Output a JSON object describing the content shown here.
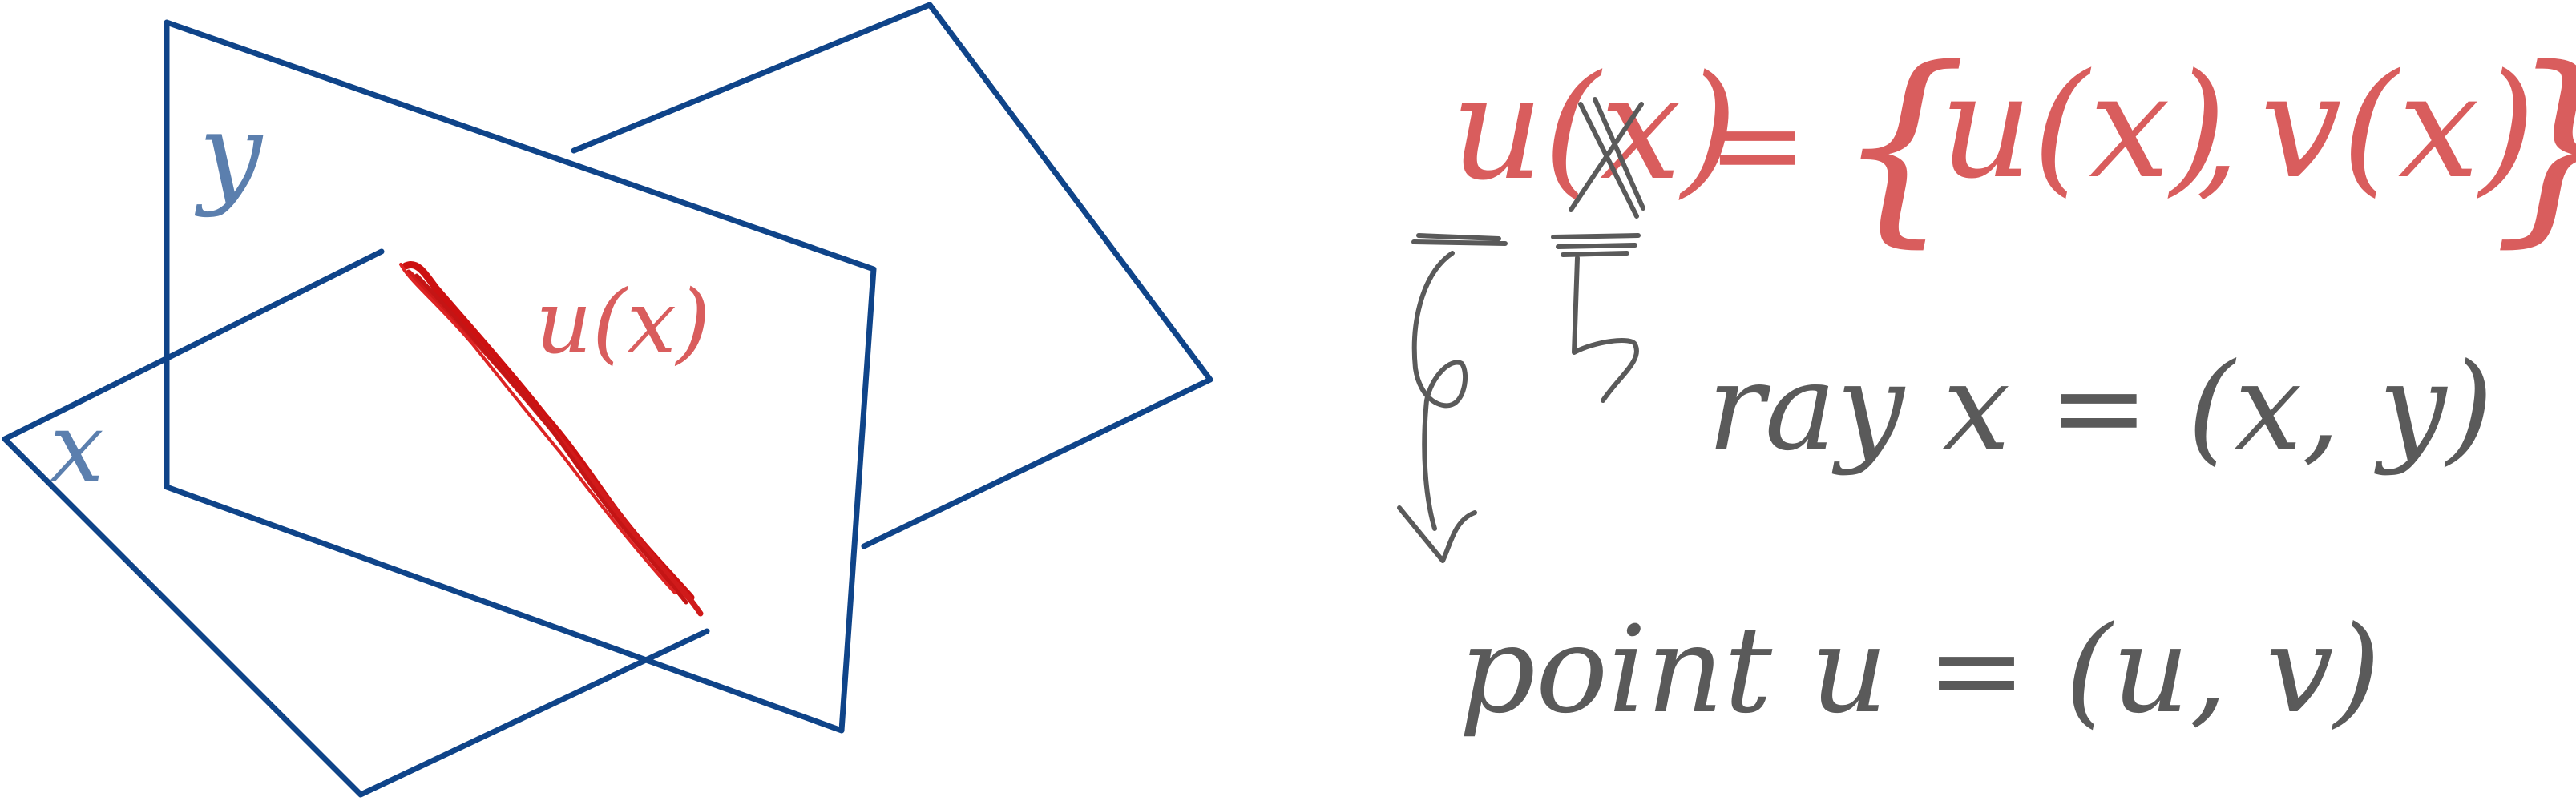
{
  "colors": {
    "plane": "#0f4489",
    "axis_label": "#5b7fae",
    "highlight": "#d95d5d",
    "ray": "#cc1111",
    "notes": "#5a5a5a",
    "background": "#ffffff"
  },
  "diagram": {
    "axis_labels": {
      "y": "y",
      "x": "x"
    },
    "ray_label": "u(x)",
    "equation": {
      "lhs": "u(x)",
      "equals": "=",
      "open_brace": "{",
      "u_term": "u(x)",
      "comma": ",",
      "v_term": "v(x)",
      "close_brace": "}"
    },
    "notes": {
      "ray": "ray x = (x, y)",
      "point": "point u = (u, v)"
    }
  }
}
